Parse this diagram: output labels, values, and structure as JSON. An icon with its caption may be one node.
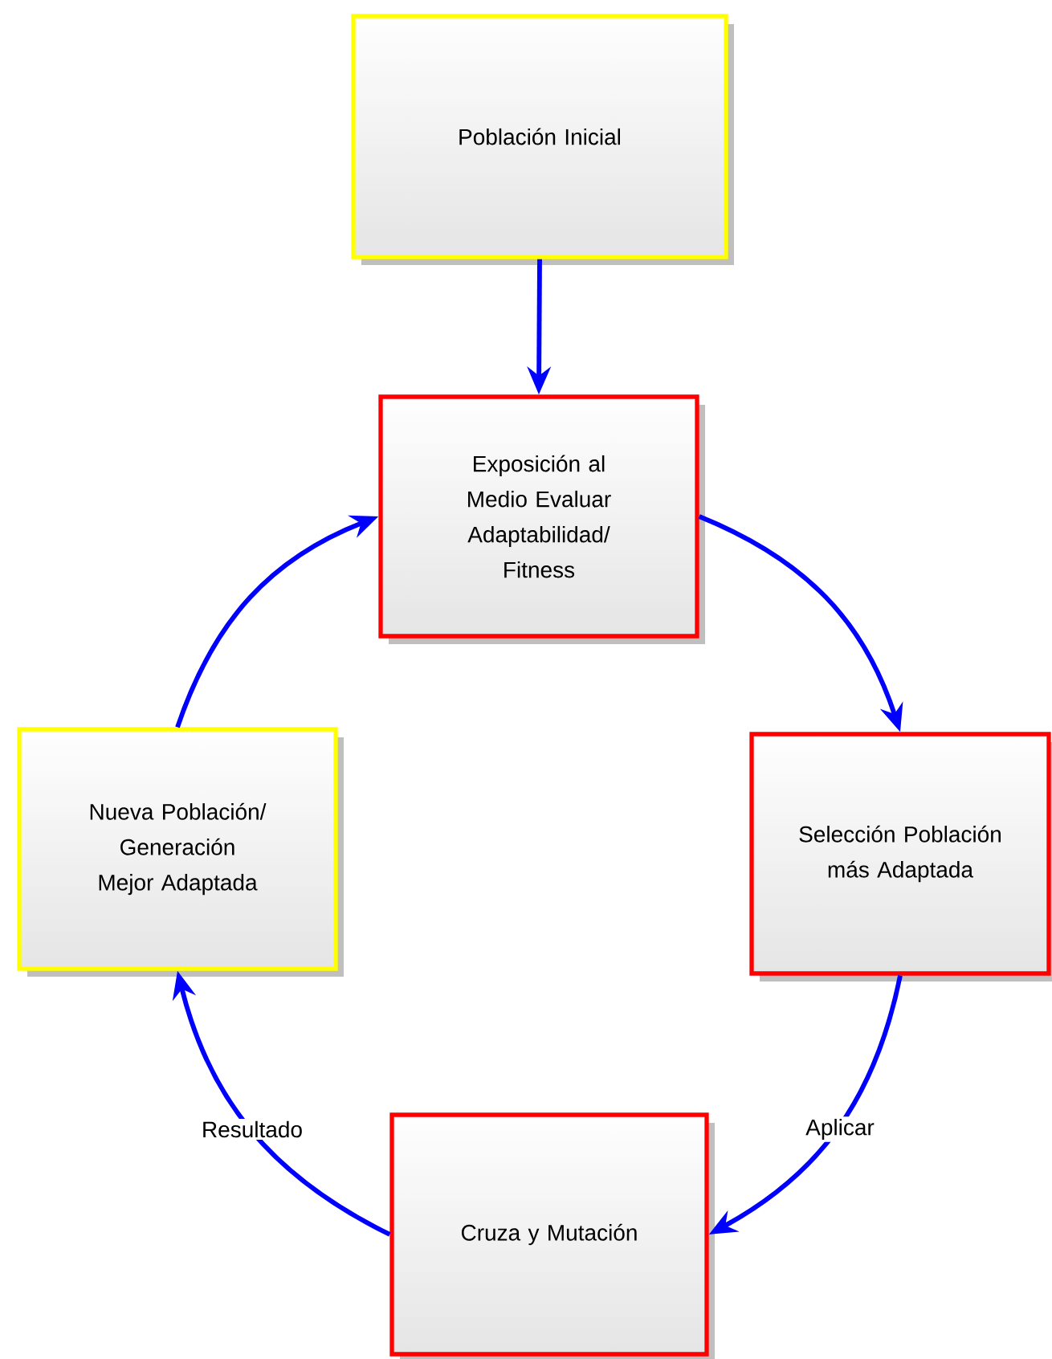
{
  "diagram": {
    "nodes": [
      {
        "text": [
          "Población Inicial"
        ]
      },
      {
        "text": [
          "Exposición al Medio Evaluar Adaptabilidad/ Fitness"
        ]
      },
      {
        "text": [
          "Selección Población más Adaptada"
        ]
      },
      {
        "text": [
          "Cruza y Mutación"
        ]
      },
      {
        "text": [
          "Nueva Población/ Generación Mejor Adaptada"
        ]
      }
    ],
    "edges": [
      {
        "from": 0,
        "to": 1,
        "arrow": "to"
      },
      {
        "from": 1,
        "to": 2,
        "arrow": "to"
      },
      {
        "from": 2,
        "to": 3,
        "arrow": "to",
        "label": "Aplicar"
      },
      {
        "from": 3,
        "to": 4,
        "arrow": "to",
        "label": "Resultado"
      },
      {
        "from": 4,
        "to": 1,
        "arrow": "to"
      }
    ]
  }
}
